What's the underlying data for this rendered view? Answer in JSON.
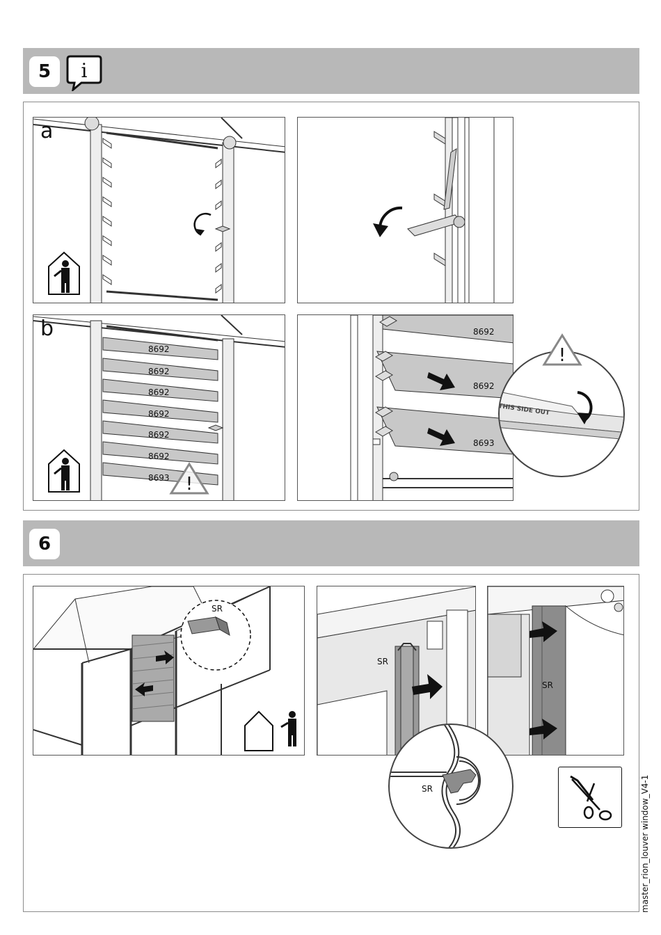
{
  "step5": {
    "number": "5",
    "info_icon_glyph": "i"
  },
  "step6": {
    "number": "6"
  },
  "panel_a": {
    "letter": "a"
  },
  "panel_b": {
    "letter": "b",
    "louver_labels": [
      "8692",
      "8692",
      "8692",
      "8692",
      "8692",
      "8692",
      "8693"
    ],
    "warning_glyph": "!"
  },
  "panel_b_detail": {
    "louver_labels": [
      "8692",
      "8692",
      "8693"
    ],
    "warning_glyph": "!",
    "film_text": "THIS SIDE OUT"
  },
  "step6_labels": {
    "overview_part": "SR",
    "middle_part": "SR",
    "circle_part": "SR",
    "right_part": "SR"
  },
  "footer": {
    "doc_id": "master_rion_louver window_V4-1"
  },
  "icons": [
    "info-speech-bubble-icon",
    "person-inside-house-icon",
    "person-outside-house-icon",
    "rotate-arrow-icon",
    "warning-triangle-icon",
    "scissors-icon",
    "push-arrow-icon"
  ]
}
